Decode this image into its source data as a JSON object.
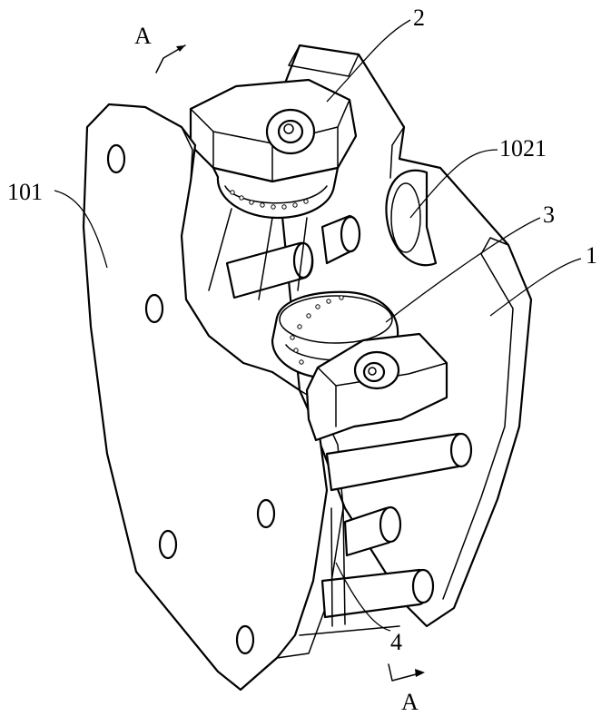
{
  "figure": {
    "section_marker_top": "A",
    "section_marker_bottom": "A",
    "labels": {
      "part_2": "2",
      "part_1021": "1021",
      "part_101": "101",
      "part_3": "3",
      "part_1": "1",
      "part_4": "4"
    }
  }
}
